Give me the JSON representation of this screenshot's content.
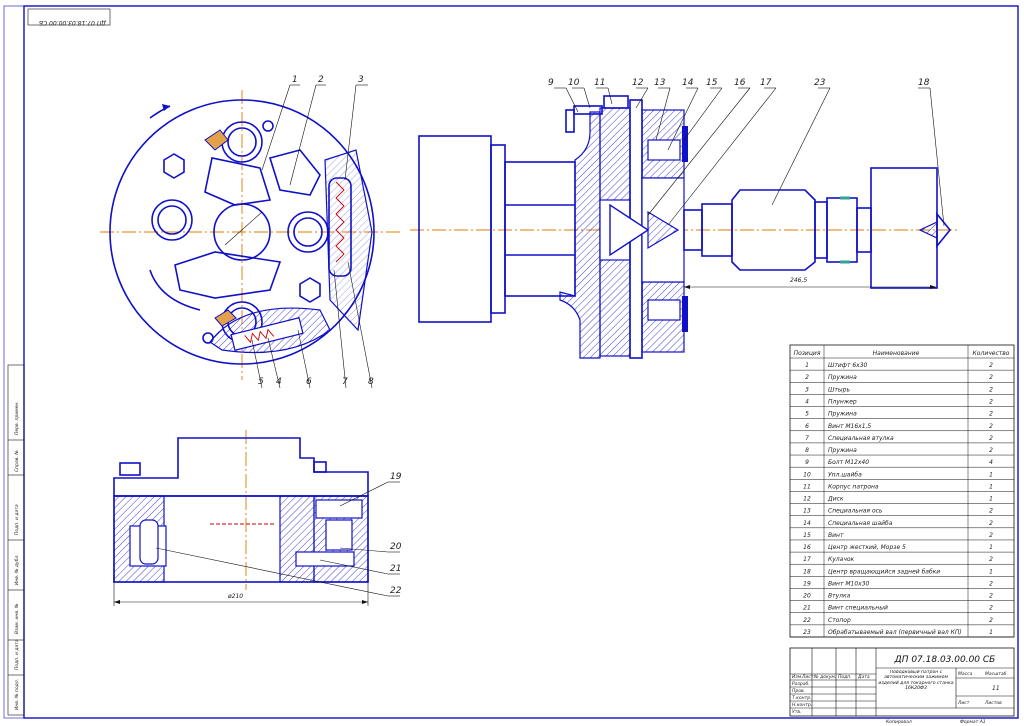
{
  "drawing_code": "ДП 07.18.03.00.00 СБ",
  "drawing_code_stamp": "ДП 07.18.03.00.00 СБ",
  "title_block": {
    "name": "Поводковый патрон с автоматическим зажимом изделий для токарного станка 16К20Ф3",
    "sheets_label": "Листов",
    "sheets": "11",
    "sheet_label": "Лист",
    "mass_label": "Масса",
    "scale_label": "Масштаб",
    "copied": "Копировал",
    "format": "Формат А1",
    "roles": [
      "Разраб.",
      "Пров.",
      "Т.контр.",
      "Н.контр.",
      "Утв."
    ],
    "col_heads": [
      "Изм.",
      "Лист",
      "№ докум.",
      "Подп.",
      "Дата"
    ]
  },
  "bom": {
    "headers": [
      "Позиция",
      "Наименование",
      "Количество"
    ],
    "rows": [
      [
        "1",
        "Штифт 6х30",
        "2"
      ],
      [
        "2",
        "Пружина",
        "2"
      ],
      [
        "3",
        "Штырь",
        "2"
      ],
      [
        "4",
        "Плунжер",
        "2"
      ],
      [
        "5",
        "Пружина",
        "2"
      ],
      [
        "6",
        "Винт М16х1,5",
        "2"
      ],
      [
        "7",
        "Специальная втулка",
        "2"
      ],
      [
        "8",
        "Пружина",
        "2"
      ],
      [
        "9",
        "Болт М12х40",
        "4"
      ],
      [
        "10",
        "Упл.шайба",
        "1"
      ],
      [
        "11",
        "Корпус патрона",
        "1"
      ],
      [
        "12",
        "Диск",
        "1"
      ],
      [
        "13",
        "Специальная ось",
        "2"
      ],
      [
        "14",
        "Специальная шайба",
        "2"
      ],
      [
        "15",
        "Винт",
        "2"
      ],
      [
        "16",
        "Центр жесткий, Морзе 5",
        "1"
      ],
      [
        "17",
        "Кулачок",
        "2"
      ],
      [
        "18",
        "Центр вращающийся задней бабки",
        "1"
      ],
      [
        "19",
        "Винт М10х30",
        "2"
      ],
      [
        "20",
        "Втулка",
        "2"
      ],
      [
        "21",
        "Винт специальный",
        "2"
      ],
      [
        "22",
        "Стопор",
        "2"
      ],
      [
        "23",
        "Обрабатываемый вал (первичный вал КП)",
        "1"
      ]
    ]
  },
  "callouts": {
    "front_view": [
      "1",
      "2",
      "3",
      "5",
      "4",
      "6",
      "7",
      "8"
    ],
    "main_view": [
      "9",
      "10",
      "11",
      "12",
      "13",
      "14",
      "15",
      "16",
      "17",
      "23",
      "18"
    ],
    "section_view": [
      "19",
      "20",
      "21",
      "22"
    ]
  },
  "dimensions": {
    "length": "246,5",
    "diameter": "ø210"
  },
  "side_stamps": [
    "Инв. № подл.",
    "Подп. и дата",
    "Взам. инв. №",
    "Инв. № дубл.",
    "Подп. и дата",
    "Справ. №",
    "Перв. примен."
  ],
  "colors": {
    "outline": "#1010c8",
    "axis": "#e07b00",
    "frame": "#111111"
  }
}
